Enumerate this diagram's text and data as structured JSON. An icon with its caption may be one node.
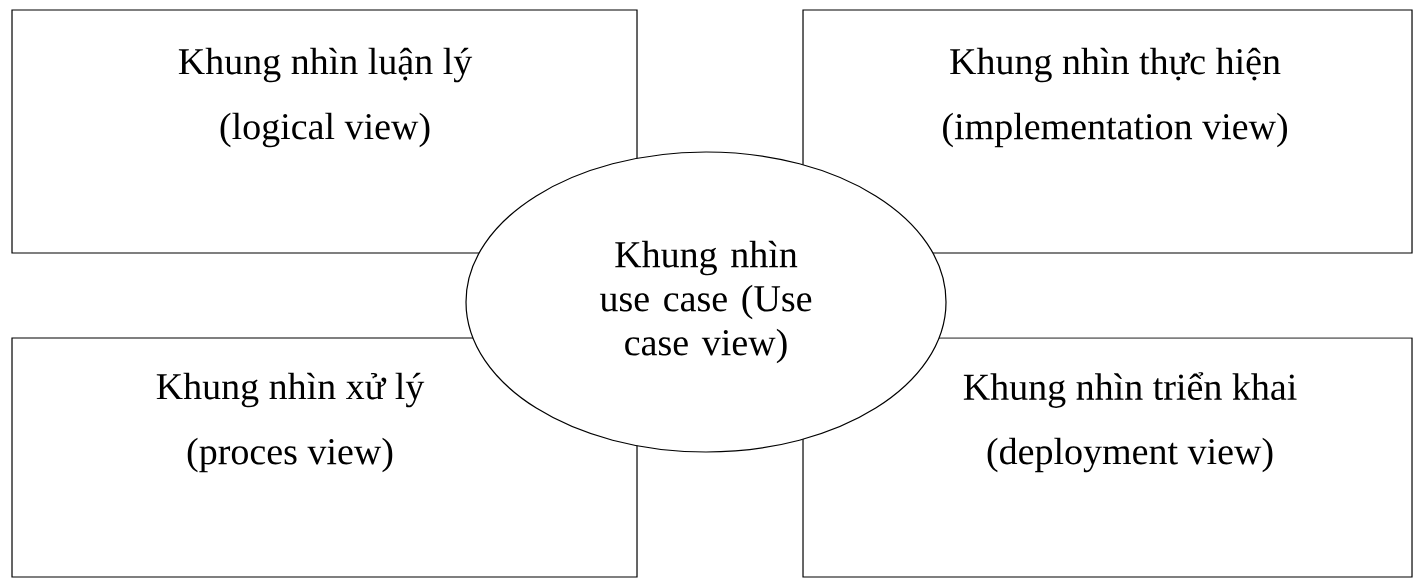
{
  "diagram": {
    "nodes": [
      {
        "text": [
          "Khung nhìn luận lý",
          "(logical view)"
        ]
      },
      {
        "text": [
          "Khung nhìn thực hiện",
          "(implementation view)"
        ]
      },
      {
        "text": [
          "Khung nhìn use case (Use case view)"
        ]
      },
      {
        "text": [
          "Khung nhìn xử lý",
          "(proces view)"
        ]
      },
      {
        "text": [
          "Khung nhìn triển khai",
          "(deployment view)"
        ]
      }
    ]
  }
}
